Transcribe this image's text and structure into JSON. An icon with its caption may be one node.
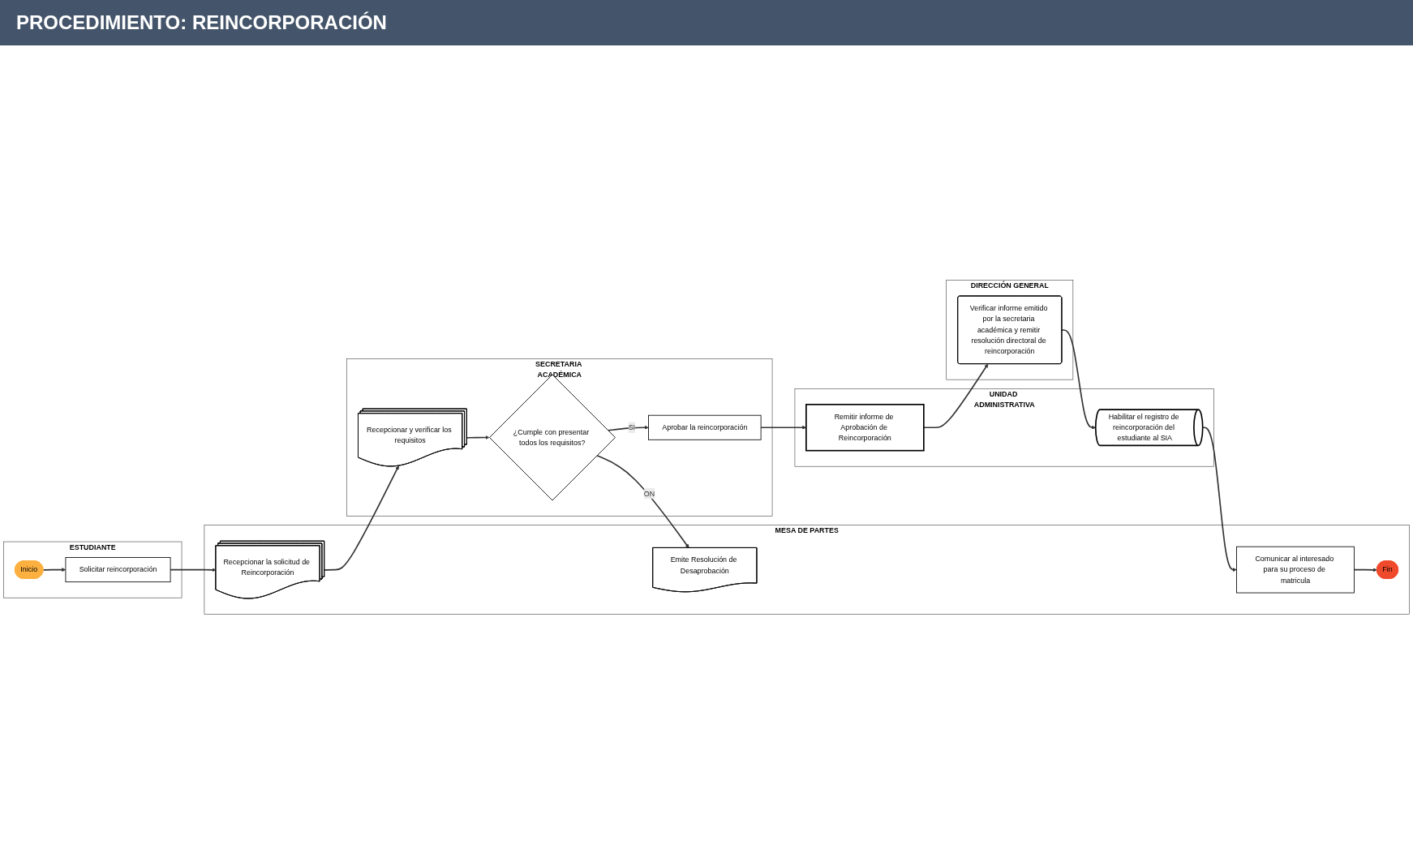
{
  "diagram": {
    "title": "PROCEDIMIENTO: REINCORPORACIÓN",
    "nodes": [
      {
        "text": [
          "ESTUDIANTE"
        ]
      },
      {
        "text": [
          "Inicio"
        ],
        "in": 0
      },
      {
        "text": [
          "Solicitar reincorporación"
        ],
        "in": 0
      },
      {
        "text": [
          "MESA DE PARTES"
        ]
      },
      {
        "text": [
          "Recepcionar la solicitud de Reincorporación"
        ],
        "in": 3
      },
      {
        "text": [
          "Emite Resolución de Desaprobación"
        ],
        "in": 3
      },
      {
        "text": [
          "Comunicar al interesado para su proceso de matricula"
        ],
        "in": 3
      },
      {
        "text": [
          "Fin"
        ],
        "in": 3
      },
      {
        "text": [
          "SECRETARIA ACADÉMICA"
        ]
      },
      {
        "text": [
          "Recepcionar y verificar los requisitos"
        ],
        "in": 8
      },
      {
        "text": [
          "¿Cumple con presentar todos los requisitos?"
        ],
        "in": 8
      },
      {
        "text": [
          "Aprobar la reincorporación"
        ],
        "in": 8
      },
      {
        "text": [
          "UNIDAD ADMINISTRATIVA"
        ]
      },
      {
        "text": [
          "Remitir informe de Aprobación de Reincorporación"
        ],
        "in": 12
      },
      {
        "text": [
          "Habilitar el registro de reincorporación del estudiante al SIA"
        ],
        "in": 12
      },
      {
        "text": [
          "DIRECCIÓN GENERAL"
        ]
      },
      {
        "text": [
          "Verificar informe emitido por la secretaria académica y remitir resolución directoral de reincorporación"
        ],
        "in": 15
      }
    ],
    "edges": [
      {
        "from": 1,
        "to": 2,
        "arrow": "to"
      },
      {
        "from": 2,
        "to": 4,
        "arrow": "to"
      },
      {
        "from": 4,
        "to": 9,
        "arrow": "to"
      },
      {
        "from": 9,
        "to": 10,
        "arrow": "to"
      },
      {
        "from": 10,
        "to": 5,
        "arrow": "to",
        "label": "ON"
      },
      {
        "from": 10,
        "to": 11,
        "arrow": "to",
        "label": "SI"
      },
      {
        "from": 11,
        "to": 13,
        "arrow": "to"
      },
      {
        "from": 13,
        "to": 16,
        "arrow": "to"
      },
      {
        "from": 16,
        "to": 14,
        "arrow": "to"
      },
      {
        "from": 14,
        "to": 6,
        "arrow": "to"
      },
      {
        "from": 6,
        "to": 7,
        "arrow": "to"
      }
    ]
  }
}
